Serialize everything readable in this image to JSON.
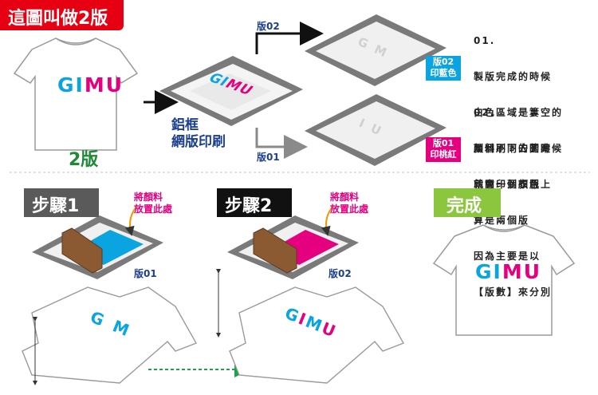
{
  "title": "這圖叫做2版",
  "left_section": {
    "shirt_logo": [
      "G",
      "I",
      "M",
      "U"
    ],
    "plates_label": "2版",
    "frame_label": [
      "鋁框",
      "網版印刷"
    ]
  },
  "plates": [
    {
      "label": "版02",
      "letters": "G  M",
      "badge_top": "版02",
      "badge_bottom": "印藍色"
    },
    {
      "label": "版01",
      "letters": "I  U",
      "badge_top": "版01",
      "badge_bottom": "印桃紅"
    }
  ],
  "notes": {
    "note1_lines": [
      "01.",
      "製版完成的時候",
      "白色區域是簍空的",
      "顏料刷下去的時候",
      "就會印到衣服上"
    ],
    "note2_lines": [
      "02.",
      "兩個不同的圖案",
      "印同一個顏色",
      "算是兩個版",
      "因為主要是以",
      "【版數】來分別"
    ]
  },
  "steps": [
    {
      "title": "步驟1",
      "ink_note": [
        "將顏料",
        "放置此處"
      ],
      "plate_label": "版01",
      "shirt_logo": [
        "G",
        "M"
      ]
    },
    {
      "title": "步驟2",
      "ink_note": [
        "將顏料",
        "放置此處"
      ],
      "plate_label": "版02",
      "shirt_logo": [
        "G",
        "I",
        "M",
        "U"
      ]
    }
  ],
  "done": {
    "title": "完成",
    "shirt_logo": [
      "G",
      "I",
      "M",
      "U"
    ]
  },
  "colors": {
    "red": "#e60012",
    "cyan": "#0aa5e0",
    "magenta": "#e5007f",
    "green": "#1f8a36",
    "dark_blue": "#1d3f8f",
    "frame_gray": "#7a7a7a",
    "step1_bg": "#5a5a5a",
    "step2_bg": "#111111",
    "done_bg": "#8cc63f",
    "orange": "#f29600",
    "squeegee": "#8b5a32"
  }
}
